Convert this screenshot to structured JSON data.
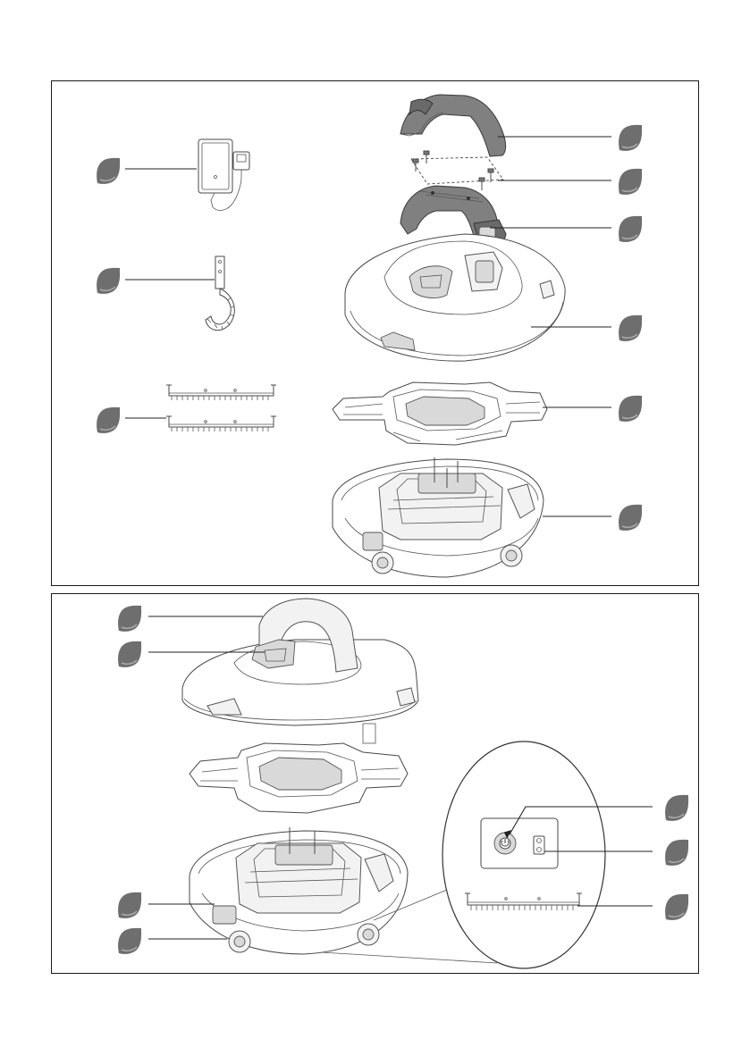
{
  "figure": {
    "panels": [
      "top-exploded-view",
      "bottom-assembled-view"
    ],
    "colors": {
      "badge": "#6e6e6e",
      "badge_highlight": "#9a9a9a",
      "line": "#222222",
      "part_dark": "#808080",
      "part_light": "#f2f2f2"
    },
    "icons": {
      "callout": "leaf-drop-badge",
      "power": "power-symbol-icon"
    }
  }
}
